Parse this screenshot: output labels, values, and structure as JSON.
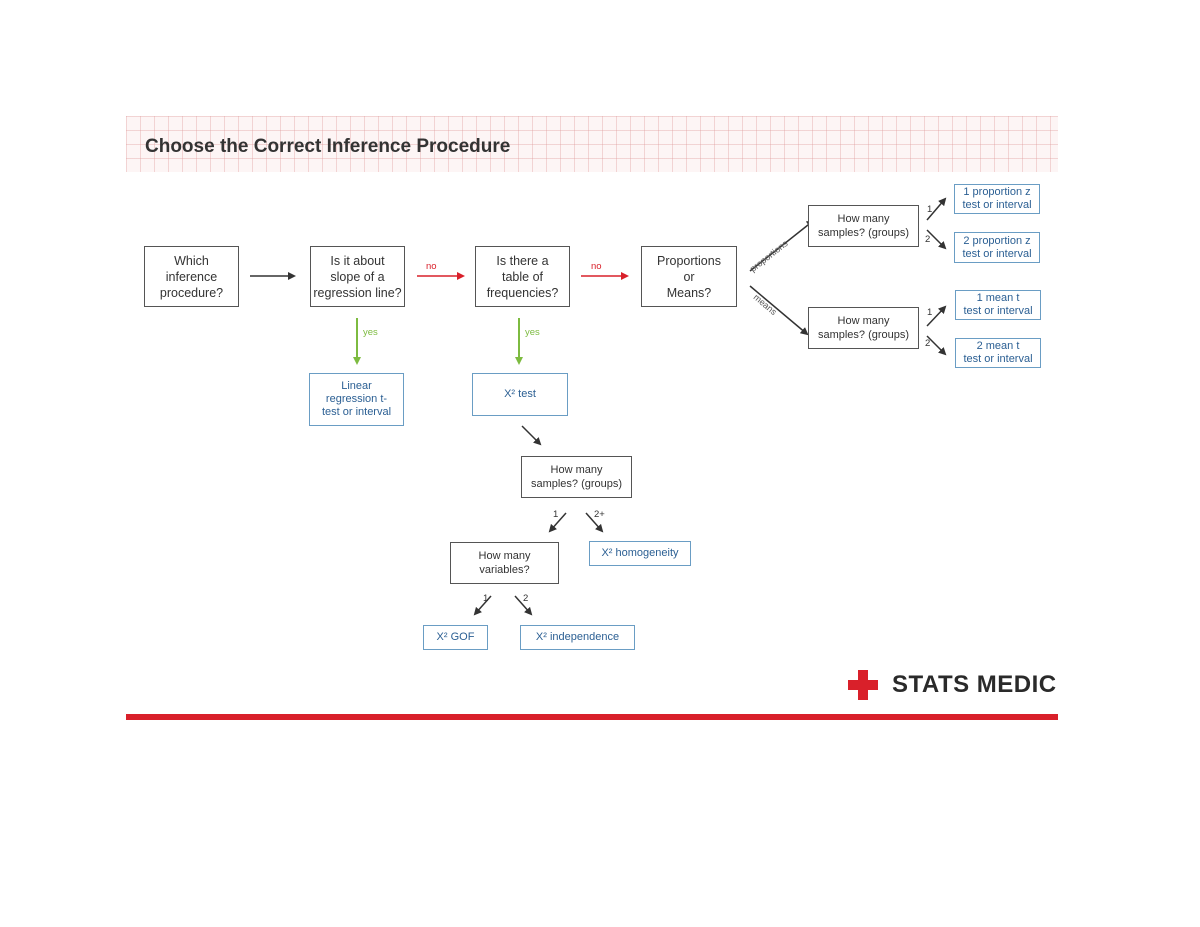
{
  "title": "Choose the Correct Inference Procedure",
  "boxes": {
    "which": "Which\ninference\nprocedure?",
    "slope": "Is it about\nslope of a\nregression line?",
    "table": "Is there a\ntable of\nfrequencies?",
    "prop_means": "Proportions\nor\nMeans?",
    "samples_prop": "How many\nsamples? (groups)",
    "samples_means": "How many\nsamples? (groups)",
    "samples_chi": "How many\nsamples? (groups)",
    "variables": "How many\nvariables?"
  },
  "results": {
    "one_prop": "1 proportion z\ntest or interval",
    "two_prop": "2 proportion z\ntest or interval",
    "one_mean": "1 mean t\ntest or interval",
    "two_mean": "2 mean t\ntest or interval",
    "linreg": "Linear\nregression t-\ntest or interval",
    "chi_test": "X² test",
    "homogeneity": "X² homogeneity",
    "gof": "X² GOF",
    "independence": "X² independence"
  },
  "labels": {
    "no1": "no",
    "no2": "no",
    "yes1": "yes",
    "yes2": "yes",
    "proportions": "proportions",
    "means": "means",
    "p1": "1",
    "p2": "2",
    "m1": "1",
    "m2": "2",
    "c1": "1",
    "c2plus": "2+",
    "v1": "1",
    "v2": "2"
  },
  "brand": {
    "name": "STATS MEDIC",
    "icon": "red-cross-icon"
  },
  "colors": {
    "accent_red": "#d9202a",
    "yes_green": "#7dbb40",
    "result_blue": "#2b5f93",
    "arrow_dark": "#333333"
  }
}
